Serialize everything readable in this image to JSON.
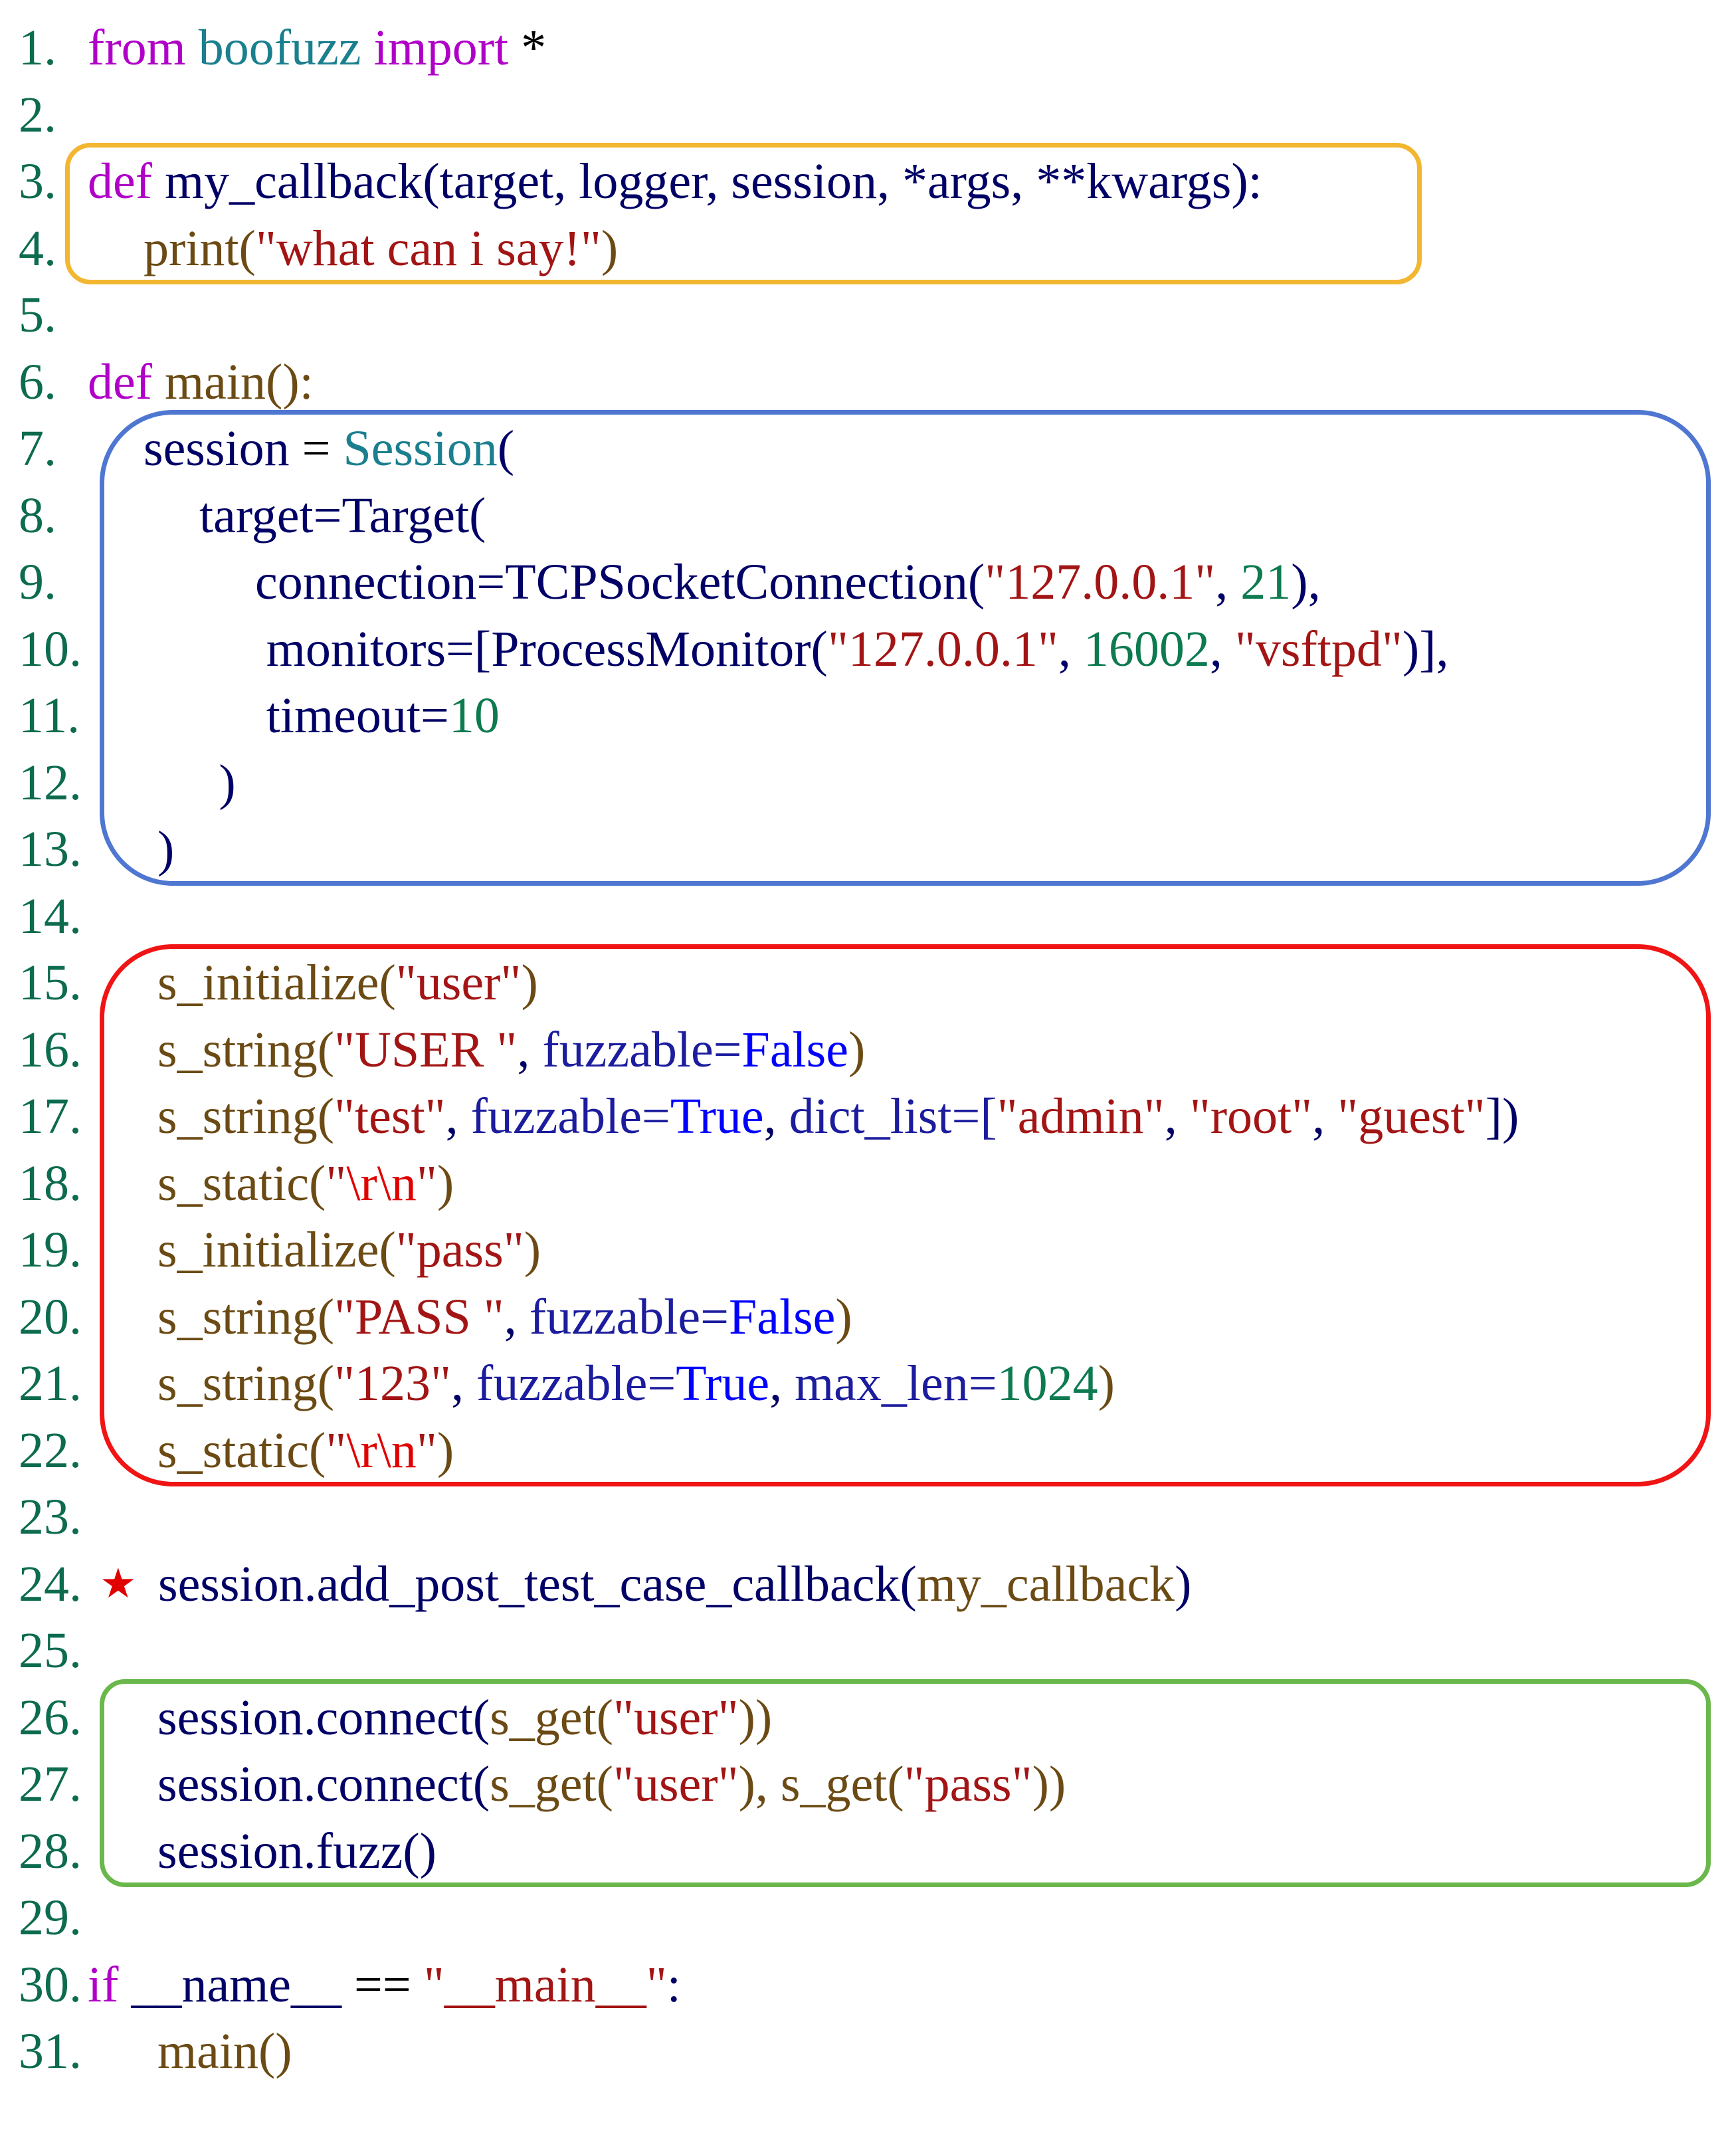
{
  "colors": {
    "keyword": "#b000c8",
    "name": "#000066",
    "module": "#1a7f8e",
    "string": "#a31515",
    "number": "#0d7a50",
    "func": "#6b4a14",
    "kwarg": "#1c1c9e",
    "boolean": "#0000ff",
    "plain": "#000000",
    "line_number": "#0d6b4f",
    "star": "#e00000",
    "box_orange": "#f2b630",
    "box_blue": "#4f77d1",
    "box_red": "#f01414",
    "box_green": "#6ab84c"
  },
  "highlight_boxes": [
    {
      "id": "callback-box",
      "color": "#f2b630",
      "lines": [
        3,
        4
      ]
    },
    {
      "id": "session-box",
      "color": "#4f77d1",
      "lines": [
        7,
        13
      ]
    },
    {
      "id": "request-box",
      "color": "#f01414",
      "lines": [
        15,
        22
      ]
    },
    {
      "id": "connect-box",
      "color": "#6ab84c",
      "lines": [
        26,
        28
      ]
    }
  ],
  "lines": [
    {
      "n": "1.",
      "indent": 0,
      "tokens": [
        [
          "keyword",
          "from"
        ],
        [
          "plain",
          " "
        ],
        [
          "module",
          "boofuzz"
        ],
        [
          "plain",
          " "
        ],
        [
          "keyword",
          "import"
        ],
        [
          "plain",
          " *"
        ]
      ]
    },
    {
      "n": "2.",
      "indent": 0,
      "tokens": []
    },
    {
      "n": "3.",
      "indent": 0,
      "tokens": [
        [
          "keyword",
          "def"
        ],
        [
          "plain",
          " "
        ],
        [
          "name",
          "my_callback(target, logger, session, *args, **kwargs):"
        ]
      ]
    },
    {
      "n": "4.",
      "indent": 1,
      "tokens": [
        [
          "func",
          "print("
        ],
        [
          "string",
          "\"what can i say!\""
        ],
        [
          "func",
          ")"
        ]
      ]
    },
    {
      "n": "5.",
      "indent": 0,
      "tokens": []
    },
    {
      "n": "6.",
      "indent": 0,
      "tokens": [
        [
          "keyword",
          "def"
        ],
        [
          "plain",
          " "
        ],
        [
          "func",
          "main():"
        ]
      ]
    },
    {
      "n": "7.",
      "indent": 1,
      "tokens": [
        [
          "name",
          "session"
        ],
        [
          "plain",
          " = "
        ],
        [
          "module",
          "Session"
        ],
        [
          "name",
          "("
        ]
      ]
    },
    {
      "n": "8.",
      "indent": 2,
      "tokens": [
        [
          "name",
          "target=Target("
        ]
      ]
    },
    {
      "n": "9.",
      "indent": 3,
      "tokens": [
        [
          "name",
          "connection=TCPSocketConnection("
        ],
        [
          "string",
          "\"127.0.0.1\""
        ],
        [
          "name",
          ", "
        ],
        [
          "number",
          "21"
        ],
        [
          "name",
          "),"
        ]
      ]
    },
    {
      "n": "10.",
      "indent": 3.2,
      "tokens": [
        [
          "name",
          "monitors=[ProcessMonitor("
        ],
        [
          "string",
          "\"127.0.0.1\""
        ],
        [
          "name",
          ", "
        ],
        [
          "number",
          "16002"
        ],
        [
          "name",
          ", "
        ],
        [
          "string",
          "\"vsftpd\""
        ],
        [
          "name",
          ")],"
        ]
      ]
    },
    {
      "n": "11.",
      "indent": 3.2,
      "tokens": [
        [
          "name",
          "timeout="
        ],
        [
          "number",
          "10"
        ]
      ]
    },
    {
      "n": "12.",
      "indent": 2.35,
      "tokens": [
        [
          "name",
          ")"
        ]
      ]
    },
    {
      "n": "13.",
      "indent": 1.25,
      "tokens": [
        [
          "name",
          ")"
        ]
      ]
    },
    {
      "n": "14.",
      "indent": 0,
      "tokens": []
    },
    {
      "n": "15.",
      "indent": 1.25,
      "tokens": [
        [
          "func",
          "s_initialize("
        ],
        [
          "string",
          "\"user\""
        ],
        [
          "func",
          ")"
        ]
      ]
    },
    {
      "n": "16.",
      "indent": 1.25,
      "tokens": [
        [
          "func",
          "s_string("
        ],
        [
          "string",
          "\"USER \""
        ],
        [
          "name",
          ", "
        ],
        [
          "kwarg",
          "fuzzable="
        ],
        [
          "boolean",
          "False"
        ],
        [
          "func",
          ")"
        ]
      ]
    },
    {
      "n": "17.",
      "indent": 1.25,
      "tokens": [
        [
          "func",
          "s_string("
        ],
        [
          "string",
          "\"test\""
        ],
        [
          "name",
          ", "
        ],
        [
          "kwarg",
          "fuzzable="
        ],
        [
          "boolean",
          "True"
        ],
        [
          "name",
          ", "
        ],
        [
          "kwarg",
          "dict_list=["
        ],
        [
          "string",
          "\"admin\""
        ],
        [
          "name",
          ", "
        ],
        [
          "string",
          "\"root\""
        ],
        [
          "name",
          ", "
        ],
        [
          "string",
          "\"guest\""
        ],
        [
          "name",
          "])"
        ]
      ]
    },
    {
      "n": "18.",
      "indent": 1.25,
      "tokens": [
        [
          "func",
          "s_static("
        ],
        [
          "string",
          "\""
        ],
        [
          "star",
          "\\r\\n"
        ],
        [
          "string",
          "\""
        ],
        [
          "func",
          ")"
        ]
      ]
    },
    {
      "n": "19.",
      "indent": 1.25,
      "tokens": [
        [
          "func",
          "s_initialize("
        ],
        [
          "string",
          "\"pass\""
        ],
        [
          "func",
          ")"
        ]
      ]
    },
    {
      "n": "20.",
      "indent": 1.25,
      "tokens": [
        [
          "func",
          "s_string("
        ],
        [
          "string",
          "\"PASS \""
        ],
        [
          "name",
          ", "
        ],
        [
          "kwarg",
          "fuzzable="
        ],
        [
          "boolean",
          "False"
        ],
        [
          "func",
          ")"
        ]
      ]
    },
    {
      "n": "21.",
      "indent": 1.25,
      "tokens": [
        [
          "func",
          "s_string("
        ],
        [
          "string",
          "\"123\""
        ],
        [
          "name",
          ", "
        ],
        [
          "kwarg",
          "fuzzable="
        ],
        [
          "boolean",
          "True"
        ],
        [
          "name",
          ", "
        ],
        [
          "kwarg",
          "max_len="
        ],
        [
          "number",
          "1024"
        ],
        [
          "func",
          ")"
        ]
      ]
    },
    {
      "n": "22.",
      "indent": 1.25,
      "tokens": [
        [
          "func",
          "s_static("
        ],
        [
          "string",
          "\""
        ],
        [
          "star",
          "\\r\\n"
        ],
        [
          "string",
          "\""
        ],
        [
          "func",
          ")"
        ]
      ]
    },
    {
      "n": "23.",
      "indent": 0,
      "tokens": []
    },
    {
      "n": "24.",
      "indent": 0,
      "star": "★",
      "tokens": [
        [
          "name",
          "session.add_post_test_case_callback("
        ],
        [
          "func",
          "my_callback"
        ],
        [
          "name",
          ")"
        ]
      ]
    },
    {
      "n": "25.",
      "indent": 0,
      "tokens": []
    },
    {
      "n": "26.",
      "indent": 1.25,
      "tokens": [
        [
          "name",
          "session.connect("
        ],
        [
          "func",
          "s_get("
        ],
        [
          "string",
          "\"user\""
        ],
        [
          "func",
          "))"
        ]
      ]
    },
    {
      "n": "27.",
      "indent": 1.25,
      "tokens": [
        [
          "name",
          "session.connect("
        ],
        [
          "func",
          "s_get("
        ],
        [
          "string",
          "\"user\""
        ],
        [
          "func",
          "), s_get("
        ],
        [
          "string",
          "\"pass\""
        ],
        [
          "func",
          "))"
        ]
      ]
    },
    {
      "n": "28.",
      "indent": 1.25,
      "tokens": [
        [
          "name",
          "session.fuzz()"
        ]
      ]
    },
    {
      "n": "29.",
      "indent": 0,
      "tokens": []
    },
    {
      "n": "30.",
      "indent": 0,
      "tokens": [
        [
          "keyword",
          "if"
        ],
        [
          "plain",
          " "
        ],
        [
          "name",
          "__name__"
        ],
        [
          "plain",
          " == "
        ],
        [
          "string",
          "\"__main__\""
        ],
        [
          "name",
          ":"
        ]
      ]
    },
    {
      "n": "31.",
      "indent": 1.25,
      "tokens": [
        [
          "func",
          "main()"
        ]
      ]
    }
  ]
}
